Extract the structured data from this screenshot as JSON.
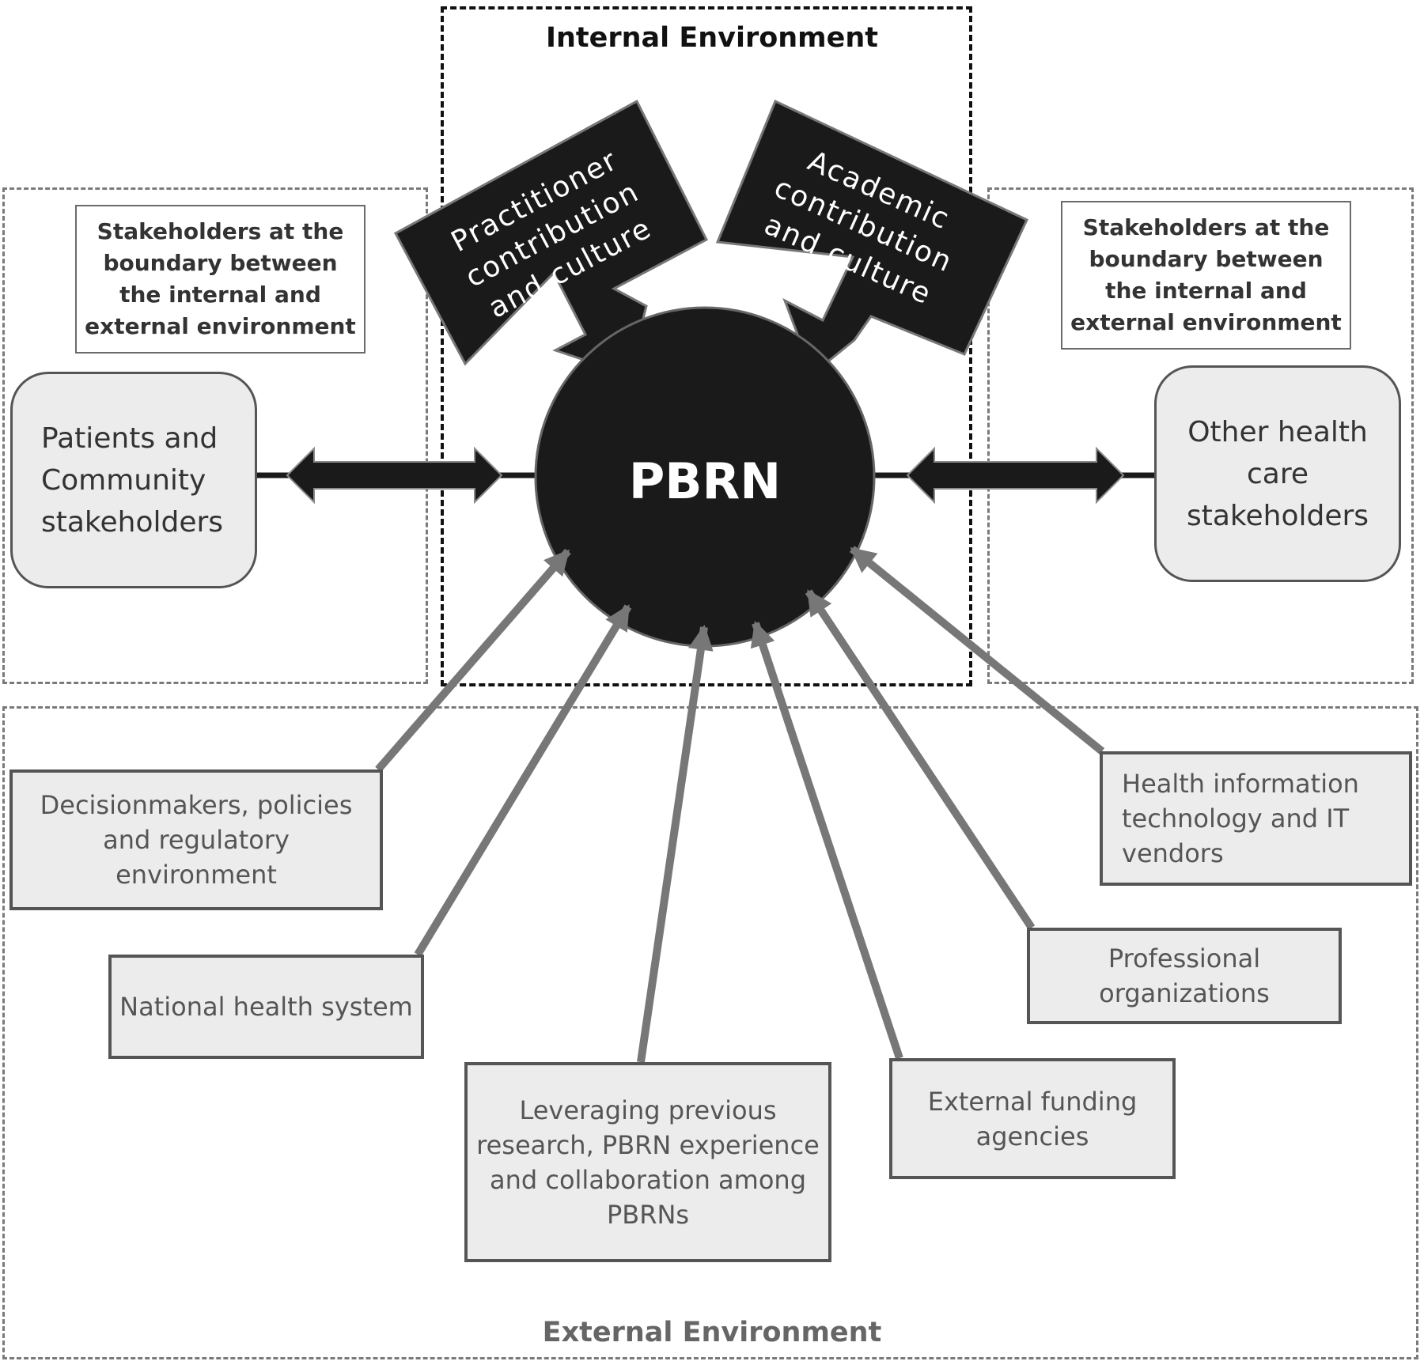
{
  "internal_environment_label": "Internal Environment",
  "external_environment_label": "External Environment",
  "center_label": "PBRN",
  "practitioner_label_lines": [
    "Practitioner",
    "contribution",
    "and culture"
  ],
  "academic_label_lines": [
    "Academic",
    "contribution",
    "and culture"
  ],
  "boundary_note_left": "Stakeholders at the boundary between the internal and external environment",
  "boundary_note_right": "Stakeholders at the boundary between the internal and external environment",
  "stakeholders_left": "Patients and Community stakeholders",
  "stakeholders_right": "Other health care stakeholders",
  "external_factors": {
    "decisionmakers": "Decisionmakers, policies and regulatory environment",
    "national_health": "National health system",
    "leveraging": "Leveraging previous research, PBRN experience and collaboration among PBRNs",
    "funding": "External funding agencies",
    "professional": "Professional organizations",
    "health_it": "Health information technology and IT vendors"
  },
  "colors": {
    "dark_fill": "#1a1a1a",
    "arrow_grey": "#777777",
    "box_fill": "#ececec"
  }
}
